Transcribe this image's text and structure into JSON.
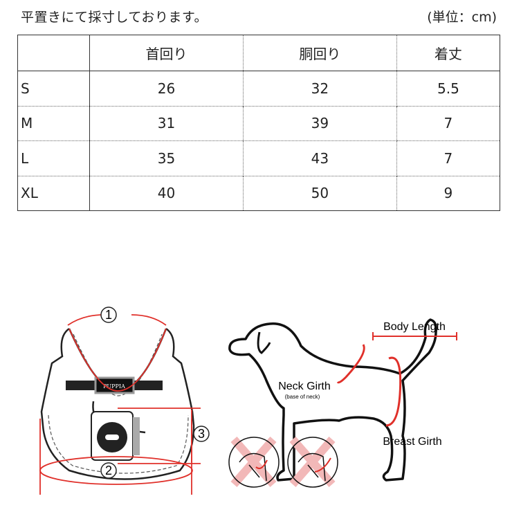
{
  "header": {
    "note": "平置きにて採寸しております。",
    "unit": "(単位：cm)"
  },
  "table": {
    "columns": [
      "",
      "首回り",
      "胴回り",
      "着丈"
    ],
    "rows": [
      {
        "size": "S",
        "neck": "26",
        "chest": "32",
        "length": "5.5"
      },
      {
        "size": "M",
        "neck": "31",
        "chest": "39",
        "length": "7"
      },
      {
        "size": "L",
        "neck": "35",
        "chest": "43",
        "length": "7"
      },
      {
        "size": "XL",
        "neck": "40",
        "chest": "50",
        "length": "9"
      }
    ]
  },
  "harness_diagram": {
    "brand": "PUPPIA",
    "markers": [
      "1",
      "2",
      "3"
    ]
  },
  "dog_diagram": {
    "body_length": "Body Length",
    "neck_girth": "Neck Girth",
    "neck_girth_note": "(base of neck)",
    "breast_girth": "Breast Girth"
  },
  "colors": {
    "accent": "#e0302a",
    "cross": "#f2b8b8"
  }
}
